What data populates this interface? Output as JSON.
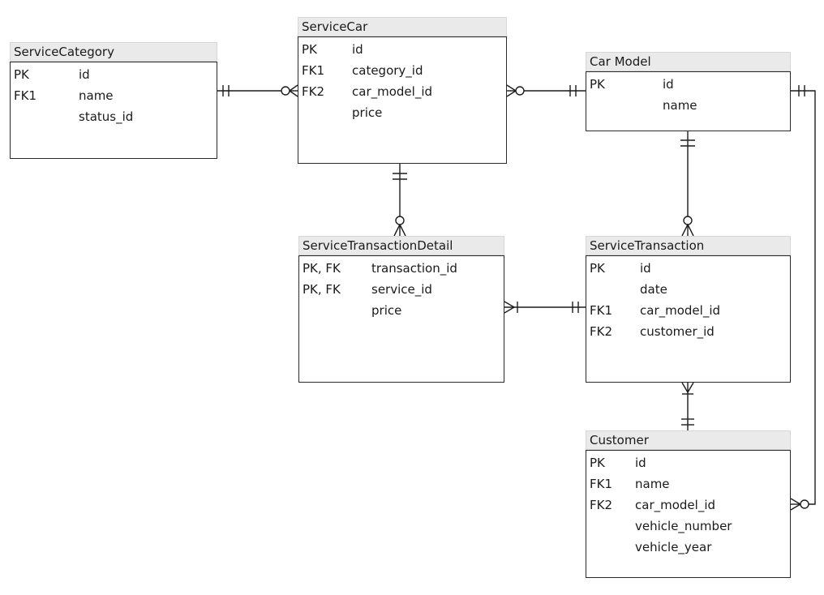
{
  "diagram": {
    "type": "entity-relationship",
    "notation": "crow-foot"
  },
  "colors": {
    "background": "#ffffff",
    "entity_header_bg": "#eaeaea",
    "entity_header_border": "#d6d6d6",
    "entity_border": "#2a2a2a",
    "line": "#1c1c1c",
    "text": "#1a1a1a"
  },
  "entities": [
    {
      "title": "ServiceCategory",
      "rows": [
        {
          "key": "PK",
          "name": "id"
        },
        {
          "key": "FK1",
          "name": "name"
        },
        {
          "key": "",
          "name": "status_id"
        }
      ]
    },
    {
      "title": "ServiceCar",
      "rows": [
        {
          "key": "PK",
          "name": "id"
        },
        {
          "key": "FK1",
          "name": "category_id"
        },
        {
          "key": "FK2",
          "name": "car_model_id"
        },
        {
          "key": "",
          "name": "price"
        }
      ]
    },
    {
      "title": "Car Model",
      "rows": [
        {
          "key": "PK",
          "name": "id"
        },
        {
          "key": "",
          "name": "name"
        }
      ]
    },
    {
      "title": "ServiceTransactionDetail",
      "rows": [
        {
          "key": "PK, FK",
          "name": "transaction_id"
        },
        {
          "key": "PK, FK",
          "name": "service_id"
        },
        {
          "key": "",
          "name": "price"
        }
      ]
    },
    {
      "title": "ServiceTransaction",
      "rows": [
        {
          "key": "PK",
          "name": "id"
        },
        {
          "key": "",
          "name": "date"
        },
        {
          "key": "FK1",
          "name": "car_model_id"
        },
        {
          "key": "FK2",
          "name": "customer_id"
        }
      ]
    },
    {
      "title": "Customer",
      "rows": [
        {
          "key": "PK",
          "name": "id"
        },
        {
          "key": "FK1",
          "name": "name"
        },
        {
          "key": "FK2",
          "name": "car_model_id"
        },
        {
          "key": "",
          "name": "vehicle_number"
        },
        {
          "key": "",
          "name": "vehicle_year"
        }
      ]
    }
  ],
  "relationships": [
    {
      "from": "ServiceCategory",
      "to": "ServiceCar",
      "from_end": "one-and-only-one",
      "to_end": "zero-or-many"
    },
    {
      "from": "Car Model",
      "to": "ServiceCar",
      "from_end": "one-and-only-one",
      "to_end": "zero-or-many"
    },
    {
      "from": "ServiceCar",
      "to": "ServiceTransactionDetail",
      "from_end": "one-and-only-one",
      "to_end": "zero-or-many"
    },
    {
      "from": "Car Model",
      "to": "ServiceTransaction",
      "from_end": "one-and-only-one",
      "to_end": "zero-or-many"
    },
    {
      "from": "ServiceTransaction",
      "to": "ServiceTransactionDetail",
      "from_end": "one-and-only-one",
      "to_end": "one-or-many"
    },
    {
      "from": "Customer",
      "to": "ServiceTransaction",
      "from_end": "one-and-only-one",
      "to_end": "one-or-many"
    },
    {
      "from": "Car Model",
      "to": "Customer",
      "from_end": "one-and-only-one",
      "to_end": "zero-or-many"
    }
  ]
}
